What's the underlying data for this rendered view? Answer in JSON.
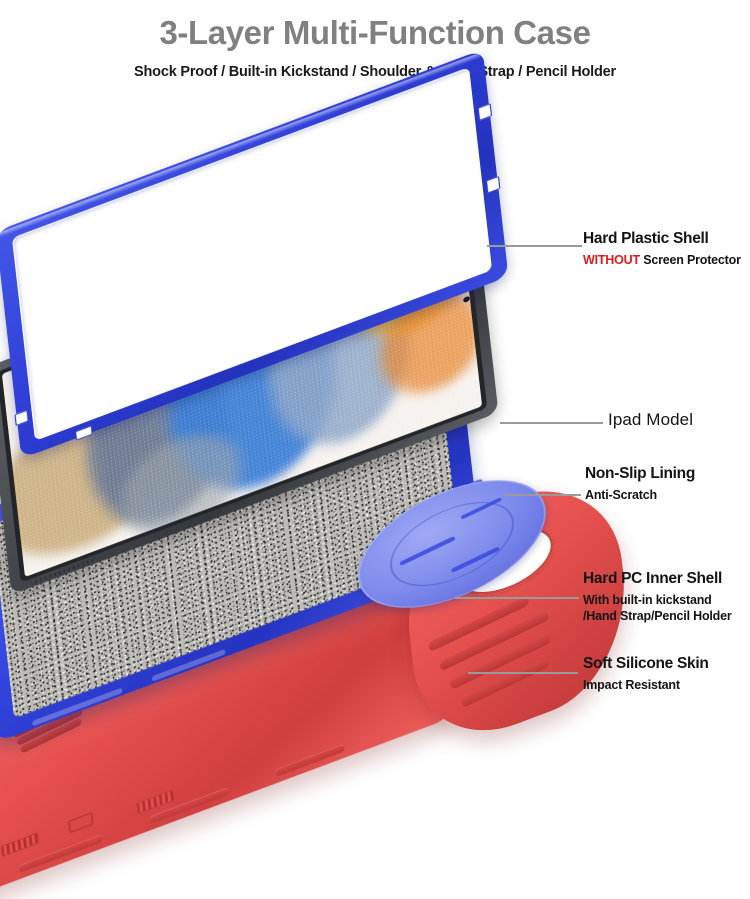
{
  "header": {
    "title": "3-Layer Multi-Function Case",
    "subtitle": "Shock Proof / Built-in Kickstand / Shoulder & Hand Strap / Pencil Holder"
  },
  "colors": {
    "title_gray": "#808080",
    "shell_blue": "#2f3fd8",
    "inner_blue": "#3244dd",
    "kickstand_blue": "#7f8cec",
    "silicone_red": "#e6504e",
    "tablet_gray": "#4a4d52",
    "lining_gray": "#bdbbb6",
    "leader_gray": "#9a9a9a",
    "warning_red": "#e01b1b"
  },
  "callouts": [
    {
      "id": "hard-plastic-shell",
      "label": "Hard Plastic Shell",
      "sub_warning": "WITHOUT",
      "sub_rest": " Screen Protector"
    },
    {
      "id": "ipad-model",
      "label": "Ipad Model",
      "sub": ""
    },
    {
      "id": "non-slip-lining",
      "label": "Non-Slip Lining",
      "sub": "Anti-Scratch"
    },
    {
      "id": "hard-pc-inner-shell",
      "label": "Hard PC Inner Shell",
      "sub_line1": "With built-in kickstand",
      "sub_line2": "/Hand Strap/Pencil Holder"
    },
    {
      "id": "soft-silicone-skin",
      "label": "Soft Silicone Skin",
      "sub": "Impact Resistant"
    }
  ],
  "layers": [
    {
      "name": "Hard Plastic Shell",
      "color": "#2f3fd8"
    },
    {
      "name": "Ipad Model",
      "color": "#4a4d52"
    },
    {
      "name": "Non-Slip Lining",
      "color": "#bdbbb6"
    },
    {
      "name": "Hard PC Inner Shell",
      "color": "#3244dd"
    },
    {
      "name": "Soft Silicone Skin",
      "color": "#e6504e"
    }
  ]
}
